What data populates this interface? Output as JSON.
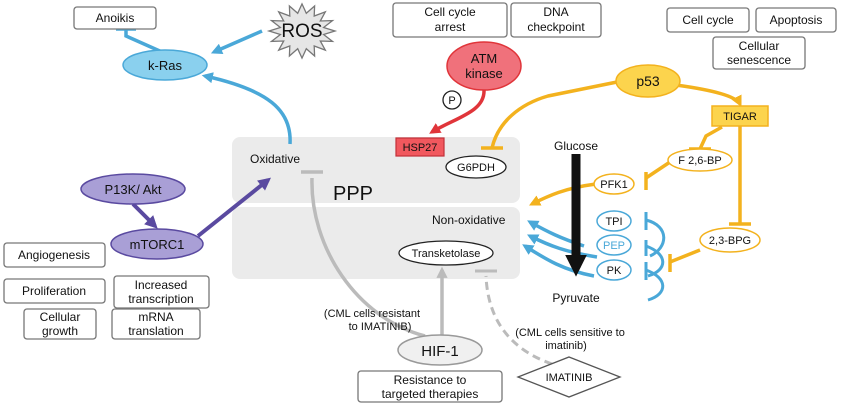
{
  "colors": {
    "blue": "#4aa8d8",
    "purple": "#5a4aa0",
    "red": "#e0353a",
    "orange": "#f3b21e",
    "gray": "#bbbbbb",
    "panel": "#ebebeb",
    "kras_fill": "#8ad0ee",
    "purple_fill": "#a99fd6",
    "atm_fill": "#f0717b",
    "hsp27_fill": "#f1585e",
    "p53_fill": "#fcd44d",
    "tigar_fill": "#fcd44d"
  },
  "nodes": {
    "anoikis": "Anoikis",
    "k_ras": "k-Ras",
    "ros": "ROS",
    "cell_cycle_arrest": [
      "Cell cycle",
      "arrest"
    ],
    "dna_checkpoint": [
      "DNA",
      "checkpoint"
    ],
    "cell_cycle": "Cell cycle",
    "apoptosis": "Apoptosis",
    "cellular_senescence": [
      "Cellular",
      "senescence"
    ],
    "atm_kinase": [
      "ATM",
      "kinase"
    ],
    "p_label": "P",
    "p53": "p53",
    "tigar": "TIGAR",
    "hsp27": "HSP27",
    "g6pdh": "G6PDH",
    "oxidative": "Oxidative",
    "ppp": "PPP",
    "non_oxidative": "Non-oxidative",
    "transketolase": "Transketolase",
    "glucose": "Glucose",
    "pyruvate": "Pyruvate",
    "pfk1": "PFK1",
    "f26bp": "F 2,6-BP",
    "tpi": "TPI",
    "pep": "PEP",
    "pk": "PK",
    "bpg": "2,3-BPG",
    "pi3k_akt": "P13K/ Akt",
    "mtorc1": "mTORC1",
    "angiogenesis": "Angiogenesis",
    "proliferation": "Proliferation",
    "increased_transcription": [
      "Increased",
      "transcription"
    ],
    "cellular_growth": [
      "Cellular",
      "growth"
    ],
    "mrna_translation": [
      "mRNA",
      "translation"
    ],
    "hif1": "HIF-1",
    "resistance": [
      "Resistance to",
      "targeted therapies"
    ],
    "imatinib": "IMATINIB",
    "cml_resistant": [
      "(CML cells resistant",
      "to IMATINIB)"
    ],
    "cml_sensitive": [
      "(CML cells sensitive to",
      "imatinib)"
    ]
  }
}
